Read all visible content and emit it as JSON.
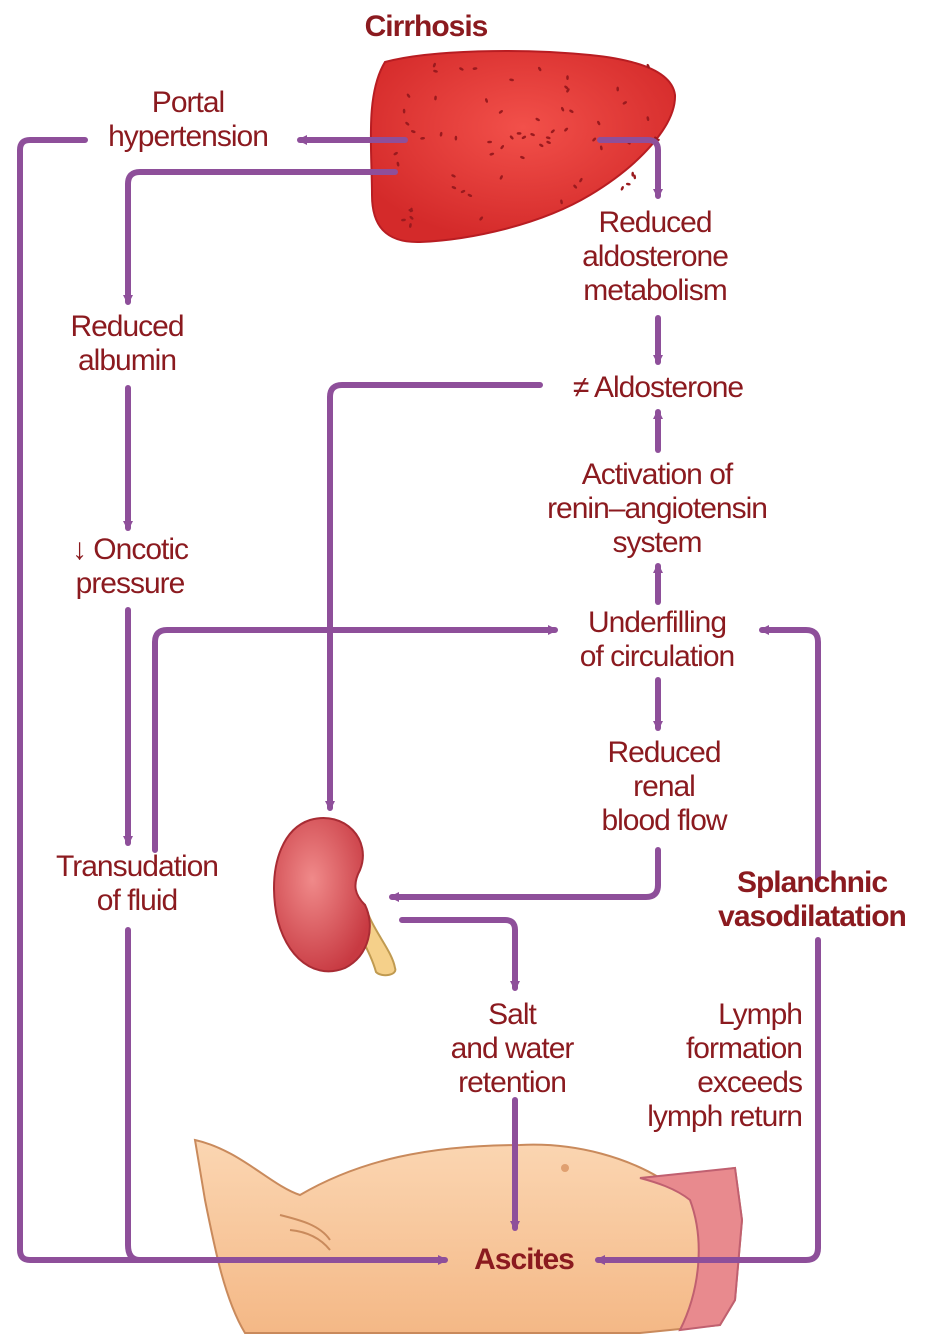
{
  "labels": {
    "cirrhosis": "Cirrhosis",
    "portal_hypertension": [
      "Portal",
      "hypertension"
    ],
    "reduced_aldosterone_metabolism": [
      "Reduced",
      "aldosterone",
      "metabolism"
    ],
    "reduced_albumin": [
      "Reduced",
      "albumin"
    ],
    "aldosterone": "≠ Aldosterone",
    "activation_renin": [
      "Activation of",
      "renin–angiotensin",
      "system"
    ],
    "oncotic_pressure": [
      "↓ Oncotic",
      "pressure"
    ],
    "underfilling": [
      "Underfilling",
      "of circulation"
    ],
    "reduced_renal_blood_flow": [
      "Reduced",
      "renal",
      "blood flow"
    ],
    "transudation": [
      "Transudation",
      "of fluid"
    ],
    "splanchnic_vasodilatation": [
      "Splanchnic",
      "vasodilatation"
    ],
    "salt_water_retention": [
      "Salt",
      "and water",
      "retention"
    ],
    "lymph_formation": [
      "Lymph",
      "formation",
      "exceeds",
      "lymph return"
    ],
    "ascites": "Ascites"
  },
  "colors": {
    "arrow": "#8e4f9a",
    "label_text": "#8b1a1f",
    "liver": "#e8332f",
    "kidney": "#d84a50",
    "abdomen_skin": "#f7c49a"
  },
  "icons": [
    "liver-illustration",
    "kidney-illustration",
    "abdomen-illustration"
  ]
}
